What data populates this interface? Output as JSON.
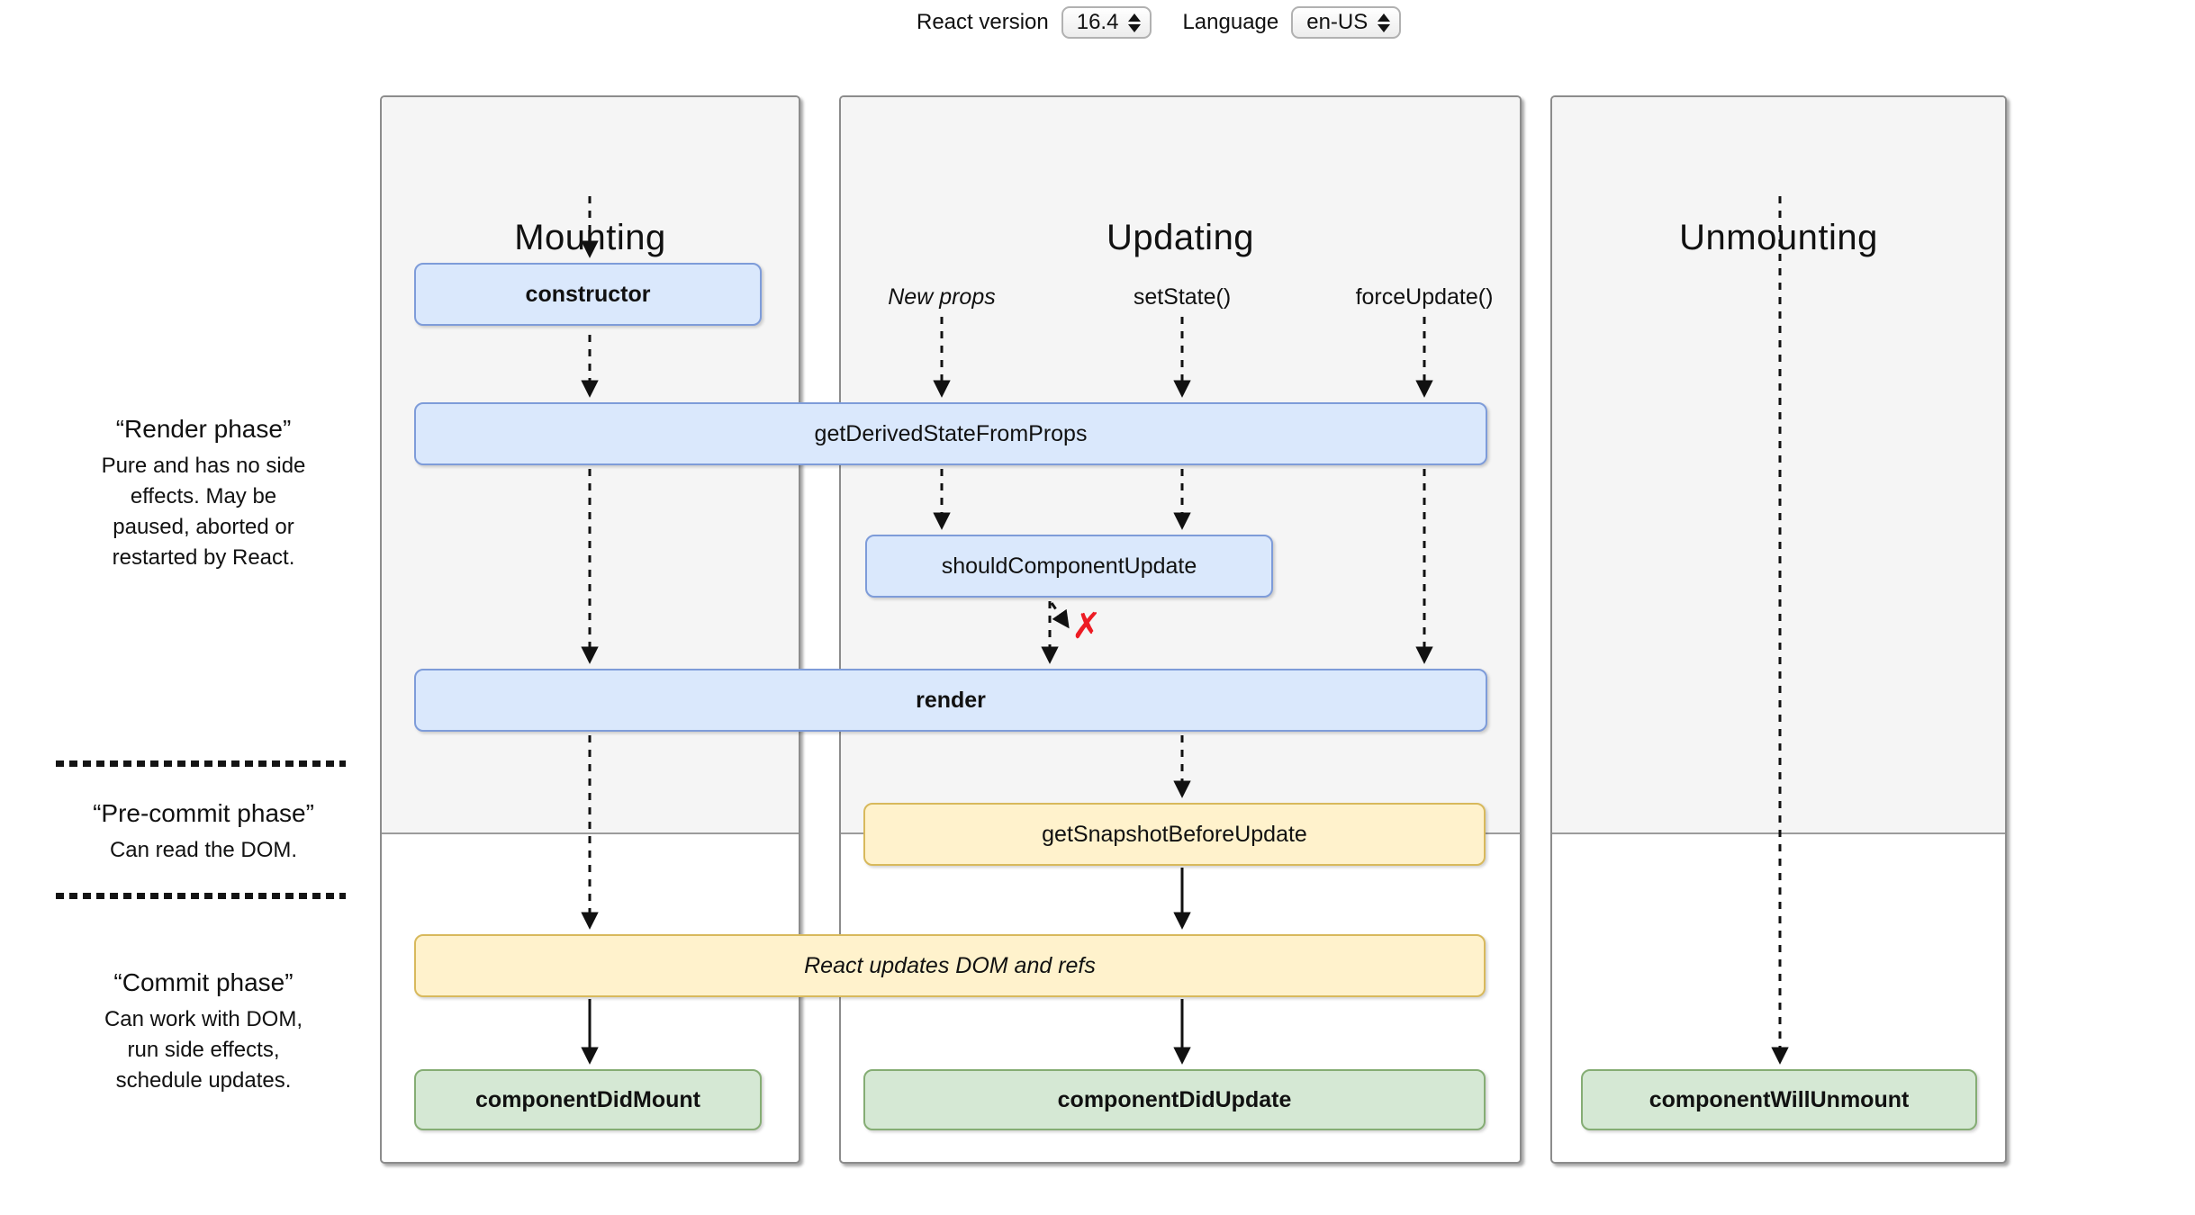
{
  "header": {
    "react_version_label": "React version",
    "react_version_value": "16.4",
    "language_label": "Language",
    "language_value": "en-US"
  },
  "columns": [
    {
      "title": "Mounting"
    },
    {
      "title": "Updating"
    },
    {
      "title": "Unmounting"
    }
  ],
  "phases": [
    {
      "title": "“Render phase”",
      "description": "Pure and has no side\neffects. May be\npaused, aborted or\nrestarted by React."
    },
    {
      "title": "“Pre-commit phase”",
      "description": "Can read the DOM."
    },
    {
      "title": "“Commit phase”",
      "description": "Can work with DOM,\nrun side effects,\nschedule updates."
    }
  ],
  "updating_triggers": [
    {
      "label": "New props",
      "emphasis": "italic"
    },
    {
      "label": "setState()",
      "emphasis": "none"
    },
    {
      "label": "forceUpdate()",
      "emphasis": "none"
    }
  ],
  "boxes": {
    "constructor_label": "constructor",
    "gdsfp_label": "getDerivedStateFromProps",
    "scu_label": "shouldComponentUpdate",
    "render_label": "render",
    "gsbu_label": "getSnapshotBeforeUpdate",
    "rudom_label": "React updates DOM and refs",
    "cdm_label": "componentDidMount",
    "cdu_label": "componentDidUpdate",
    "cwu_label": "componentWillUnmount"
  },
  "icons": {
    "skip_update_x": "✗",
    "stepper": "up-down-arrows"
  },
  "colors": {
    "blue_fill": "#dae8fc",
    "blue_border": "#7e9cd9",
    "yellow_fill": "#fff2cc",
    "yellow_border": "#d8b95c",
    "green_fill": "#d5e8d4",
    "green_border": "#85ad74",
    "red": "#ed1c24",
    "panel_bg": "#f5f5f5",
    "panel_border": "#8c8c8c",
    "split_line": "#9b9b9b",
    "arrow": "#111111",
    "text": "#111111"
  }
}
